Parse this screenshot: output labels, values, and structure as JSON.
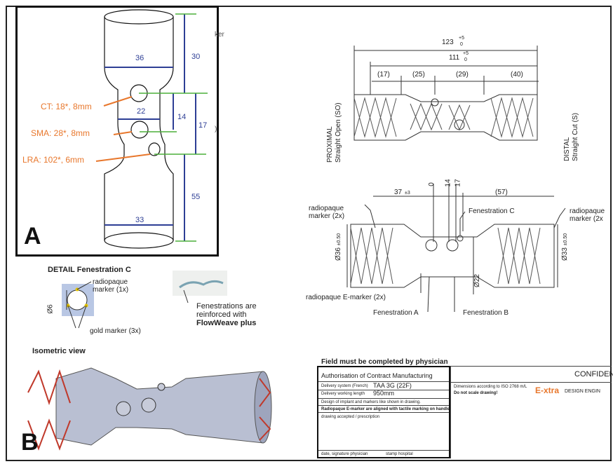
{
  "panel_a": {
    "letter": "A",
    "diameters": {
      "top": "36",
      "middle": "22",
      "bottom": "33"
    },
    "lengths": {
      "upper": "30",
      "fen_gap": "14",
      "mid": "17",
      "lower": "55"
    },
    "fenestrations": [
      {
        "label": "CT: 18*, 8mm"
      },
      {
        "label": "SMA: 28*, 8mm"
      },
      {
        "label": "LRA: 102*, 6mm"
      }
    ],
    "hidden_text": {
      "marker_tail": "ker",
      "paren": ")"
    }
  },
  "panel_b": {
    "letter": "B",
    "top_view": {
      "overall": "123",
      "overall_tol_upper": "+5",
      "overall_tol_lower": "0",
      "inner": "111",
      "inner_tol_upper": "+5",
      "inner_tol_lower": "0",
      "segments": [
        "(17)",
        "(25)",
        "(29)",
        "(40)"
      ],
      "proximal_label": "PROXIMAL",
      "proximal_sub": "Straight Open (SO)",
      "distal_label": "DISTAL",
      "distal_sub": "Straight Cut (S)"
    },
    "front_view": {
      "dim_37": "37",
      "dim_37_tol": "±3",
      "dim_0": "0",
      "dim_14": "14",
      "dim_17": "17",
      "dim_57": "(57)",
      "dia_left": "Ø36",
      "dia_left_tol": "±0.50",
      "dia_right": "Ø33",
      "dia_right_tol": "±0.50",
      "dia_mid": "Ø22",
      "label_marker_left": "radiopaque\nmarker (2x)",
      "label_marker_right": "radiopaque\nmarker (2x",
      "label_fen_c": "Fenestration C",
      "label_emarker": "radiopaque E-marker (2x)",
      "label_fen_a": "Fenestration A",
      "label_fen_b": "Fenestration B"
    },
    "detail": {
      "title": "DETAIL Fenestration C",
      "marker": "radiopaque",
      "marker_count": "marker (1x)",
      "dia": "Ø6",
      "gold": "gold marker (3x)"
    },
    "photo_caption": {
      "line1": "Fenestrations are",
      "line2": "reinforced with",
      "line3": "FlowWeave plus"
    },
    "iso_title": "Isometric view",
    "title_block": {
      "physician_header": "Field must be completed by physician",
      "auth_title": "Authorisation of Contract Manufacturing",
      "delivery_system_label": "Delivery system (French)",
      "delivery_system_value": "TAA 3G (22F)",
      "working_length_label": "Delivery working length",
      "working_length_value": "950mm",
      "design_note": "Design of implant and markers like shown in drawing.",
      "emarker_note": "Radiopaque E-marker are aligned with tactile marking on handle",
      "accepted": "drawing accepted / prescription",
      "sig_physician": "date, signature physician",
      "stamp": "stamp hospital",
      "confidential": "CONFIDEN",
      "iso_note": "Dimensions according to ISO 2768 m/L",
      "scale_note": "Do not scale drawing!",
      "brand": "E-xtra",
      "brand_sub": "DESIGN ENGIN"
    }
  },
  "colors": {
    "orange": "#e8772c",
    "blue": "#2d3e95",
    "green": "#4caf3a",
    "red": "#c0392b"
  }
}
